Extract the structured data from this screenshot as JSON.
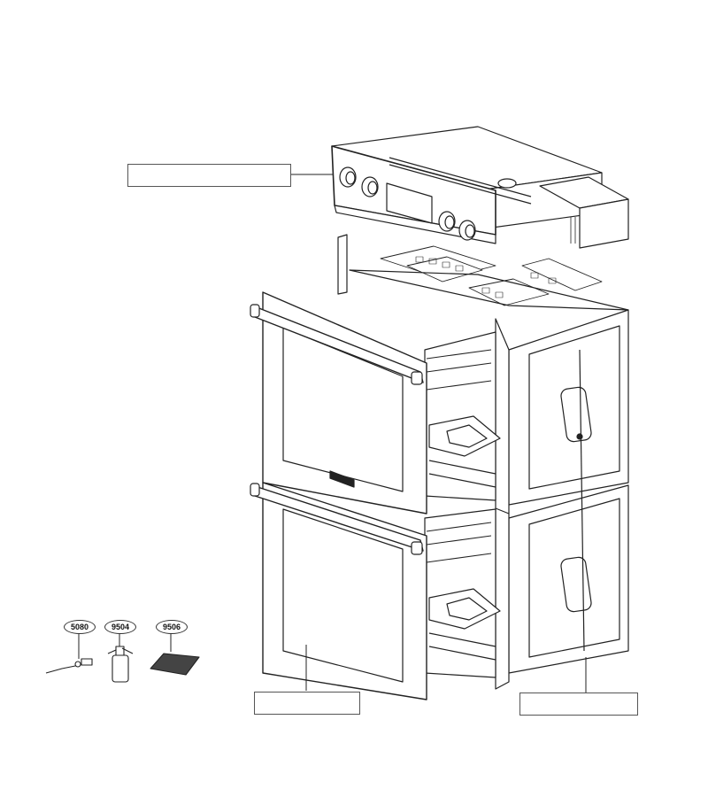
{
  "accessory_parts": [
    {
      "number": "5080",
      "icon": "probe-cable-icon"
    },
    {
      "number": "9504",
      "icon": "spray-bottle-icon"
    },
    {
      "number": "9506",
      "icon": "cleaning-pad-icon"
    }
  ],
  "callouts": {
    "control_panel": "",
    "door_assembly": "",
    "cabinet_assembly": ""
  },
  "colors": {
    "line": "#222222",
    "background": "#ffffff",
    "callout_border": "#555555"
  }
}
